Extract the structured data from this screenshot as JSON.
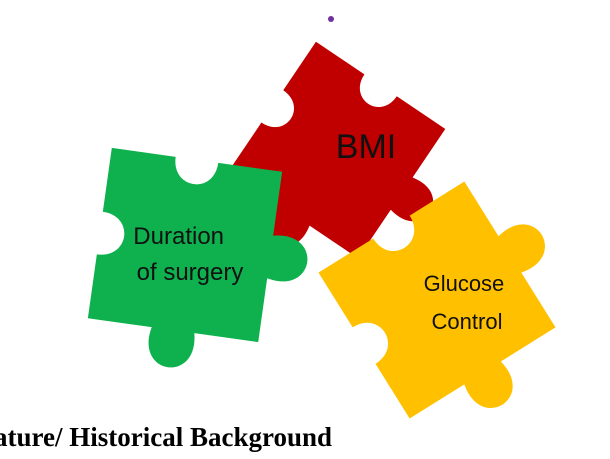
{
  "heading": {
    "text": "ature/ Historical Background"
  },
  "pieces": [
    {
      "id": "bmi",
      "color": "#c00000",
      "lines": [
        "BMI"
      ]
    },
    {
      "id": "duration",
      "color": "#0fb14f",
      "lines": [
        "Duration",
        "of surgery"
      ]
    },
    {
      "id": "glucose",
      "color": "#ffc000",
      "lines": [
        "Glucose",
        "Control"
      ]
    }
  ]
}
